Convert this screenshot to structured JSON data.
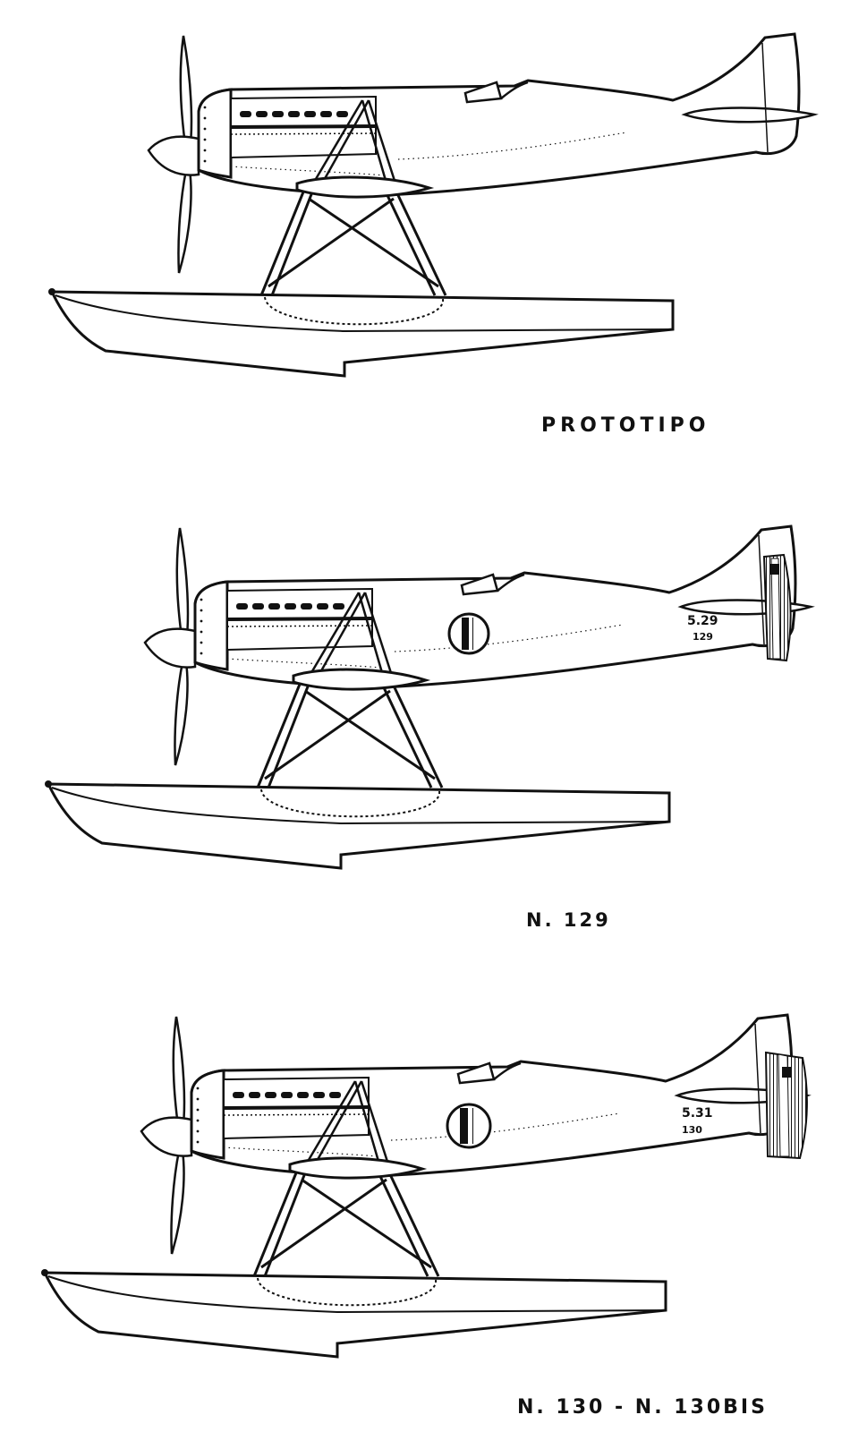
{
  "captions": {
    "prototype": "PROTOTIPO",
    "n129": "N. 129",
    "n130": "N. 130 - N. 130BIS"
  },
  "markings": {
    "n129_code": "5.29",
    "n129_serial": "129",
    "n130_code": "5.31",
    "n130_serial": "130"
  },
  "colors": {
    "ink": "#111111",
    "paper": "#ffffff",
    "shading": "#bdbdbd"
  },
  "icons": {
    "roundel": "fuselage-roundel-icon",
    "tail_stripes": "tail-stripes-icon",
    "crown_badge": "savoy-crown-icon"
  }
}
